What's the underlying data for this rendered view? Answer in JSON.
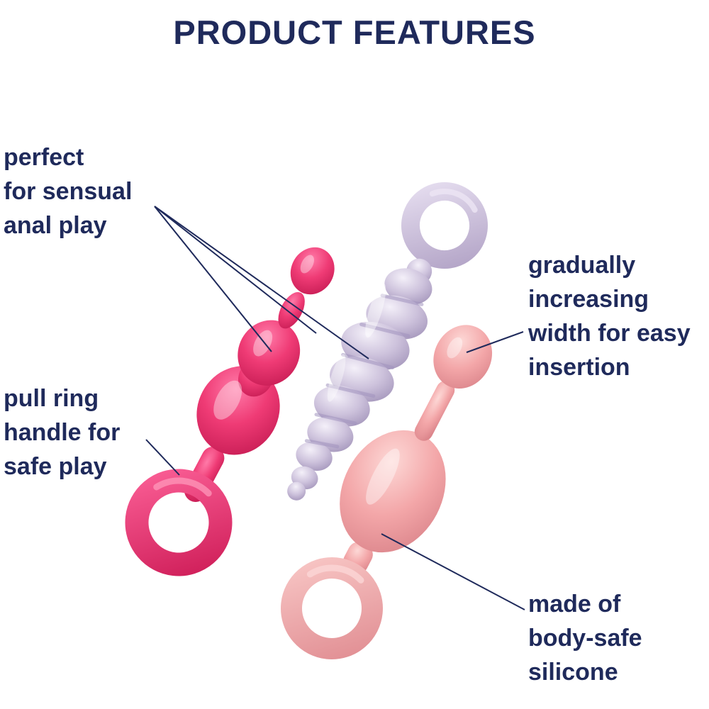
{
  "title": "PRODUCT FEATURES",
  "colors": {
    "text": "#1f2a5b",
    "callout_line": "#1f2a5b",
    "background": "#ffffff",
    "toy_pink": "#e83570",
    "toy_lilac": "#cbc0da",
    "toy_salmon": "#f3a7a9"
  },
  "callouts": [
    {
      "id": "sensual-play",
      "lines": [
        "perfect",
        "for sensual",
        "anal play"
      ]
    },
    {
      "id": "pull-ring",
      "lines": [
        "pull ring",
        "handle for",
        "safe play"
      ]
    },
    {
      "id": "easy-insertion",
      "lines": [
        "gradually",
        "increasing",
        "width for easy",
        "insertion"
      ]
    },
    {
      "id": "body-safe",
      "lines": [
        "made of",
        "body-safe",
        "silicone"
      ]
    }
  ]
}
